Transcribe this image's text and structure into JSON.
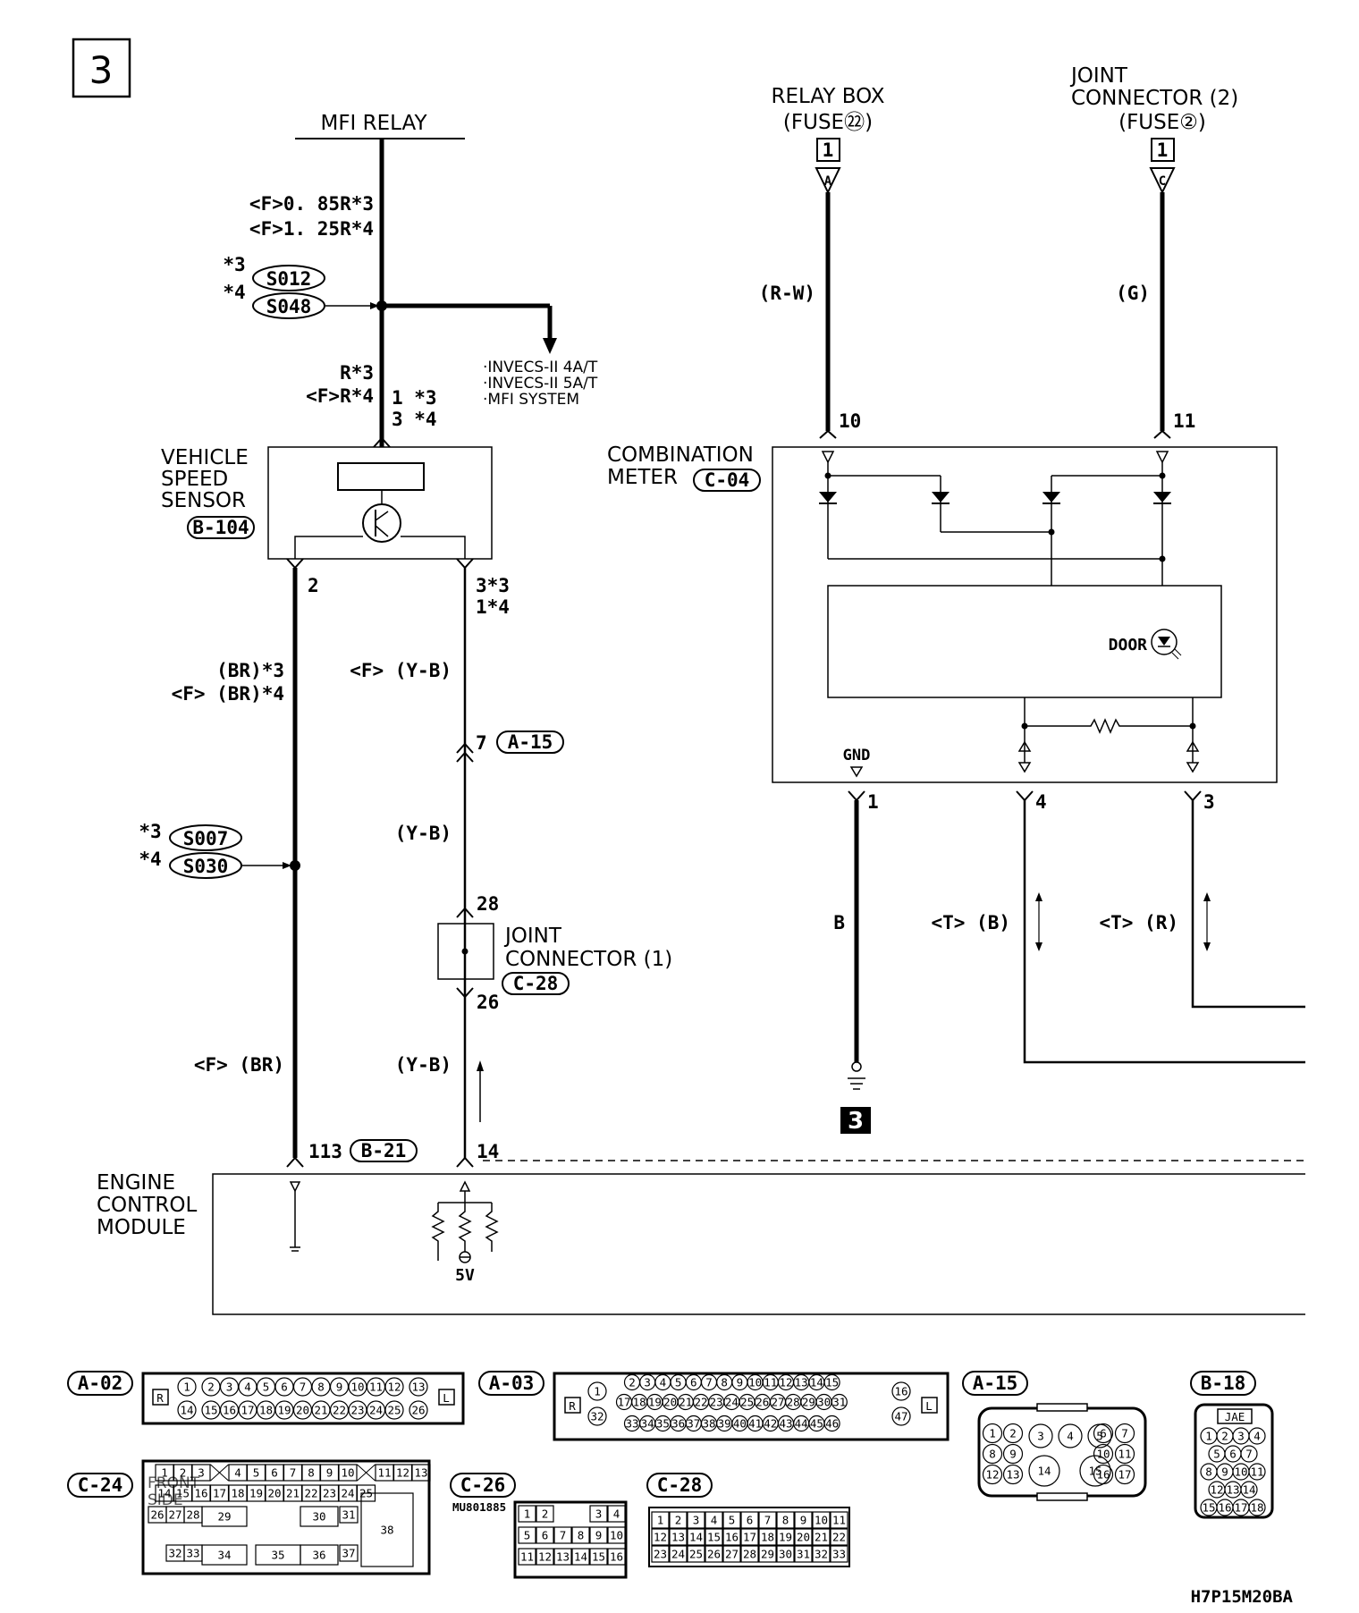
{
  "page_number": "3",
  "mfi_relay": {
    "label": "MFI RELAY",
    "wire_f3": "<F>0. 85R*3",
    "wire_f4": "<F>1. 25R*4"
  },
  "splices": {
    "s012_note": "*3",
    "s012": "S012",
    "s048_note": "*4",
    "s048": "S048",
    "s007_note": "*3",
    "s007": "S007",
    "s030_note": "*4",
    "s030": "S030"
  },
  "destinations": [
    "·INVECS-II 4A/T",
    "·INVECS-II 5A/T",
    "·MFI SYSTEM"
  ],
  "vss_wire": {
    "r3": "R*3",
    "fr4": "<F>R*4",
    "pin13": "1 *3",
    "pin34": "3 *4"
  },
  "vehicle_speed_sensor": {
    "line1": "VEHICLE",
    "line2": "SPEED",
    "line3": "SENSOR",
    "connector": "B-104",
    "pin_left": "2",
    "pin_right_a": "3*3",
    "pin_right_b": "1*4"
  },
  "wires_left": {
    "br3": "(BR)*3",
    "fbr4": "<F> (BR)*4",
    "fbr": "<F> (BR)"
  },
  "wires_right": {
    "fyb": "<F> (Y-B)",
    "yb1": "(Y-B)",
    "yb2": "(Y-B)"
  },
  "a15_conn": {
    "pin": "7",
    "connector": "A-15"
  },
  "joint_connector1": {
    "line1": "JOINT",
    "line2": "CONNECTOR (1)",
    "connector": "C-28",
    "pin_top": "28",
    "pin_bottom": "26"
  },
  "ecm": {
    "line1": "ENGINE",
    "line2": "CONTROL",
    "line3": "MODULE",
    "pin_left": "113",
    "connector": "B-21",
    "pin_right": "14",
    "voltage": "5V"
  },
  "relay_box": {
    "line1": "RELAY BOX",
    "line2": "(FUSE㉒)",
    "box": "1",
    "term": "A",
    "wire": "(R-W)",
    "pin": "10"
  },
  "joint_connector2": {
    "line1": "JOINT",
    "line2": "CONNECTOR (2)",
    "line3": "(FUSE②)",
    "box": "1",
    "term": "C",
    "wire": "(G)",
    "pin": "11"
  },
  "combination_meter": {
    "line1": "COMBINATION",
    "line2": "METER",
    "connector": "C-04",
    "door": "DOOR",
    "gnd": "GND",
    "pin1": "1",
    "pin4": "4",
    "pin3": "3"
  },
  "meter_wires": {
    "b": "B",
    "tb": "<T> (B)",
    "tr": "<T> (R)",
    "ground_ref": "3"
  },
  "connectors": {
    "a02": {
      "name": "A-02",
      "row1": [
        "1",
        "2",
        "3",
        "4",
        "5",
        "6",
        "7",
        "8",
        "9",
        "10",
        "11",
        "12",
        "13"
      ],
      "row2": [
        "14",
        "15",
        "16",
        "17",
        "18",
        "19",
        "20",
        "21",
        "22",
        "23",
        "24",
        "25",
        "26"
      ]
    },
    "a03": {
      "name": "A-03",
      "row1": [
        "2",
        "3",
        "4",
        "5",
        "6",
        "7",
        "8",
        "9",
        "10",
        "11",
        "12",
        "13",
        "14",
        "15"
      ],
      "row2": [
        "17",
        "18",
        "19",
        "20",
        "21",
        "22",
        "23",
        "24",
        "25",
        "26",
        "27",
        "28",
        "29",
        "30",
        "31"
      ],
      "row3": [
        "33",
        "34",
        "35",
        "36",
        "37",
        "38",
        "39",
        "40",
        "41",
        "42",
        "43",
        "44",
        "45",
        "46"
      ],
      "side_left": [
        "1",
        "32"
      ],
      "side_right": [
        "16",
        "47"
      ]
    },
    "a15": {
      "name": "A-15"
    },
    "b18": {
      "name": "B-18",
      "header": "JAE"
    },
    "c24": {
      "name": "C-24",
      "front": "FRONT",
      "side": "SIDE"
    },
    "c26": {
      "name": "C-26",
      "part": "MU801885"
    },
    "c28": {
      "name": "C-28"
    },
    "r": "R",
    "l": "L"
  },
  "figure_code": "H7P15M20BA"
}
